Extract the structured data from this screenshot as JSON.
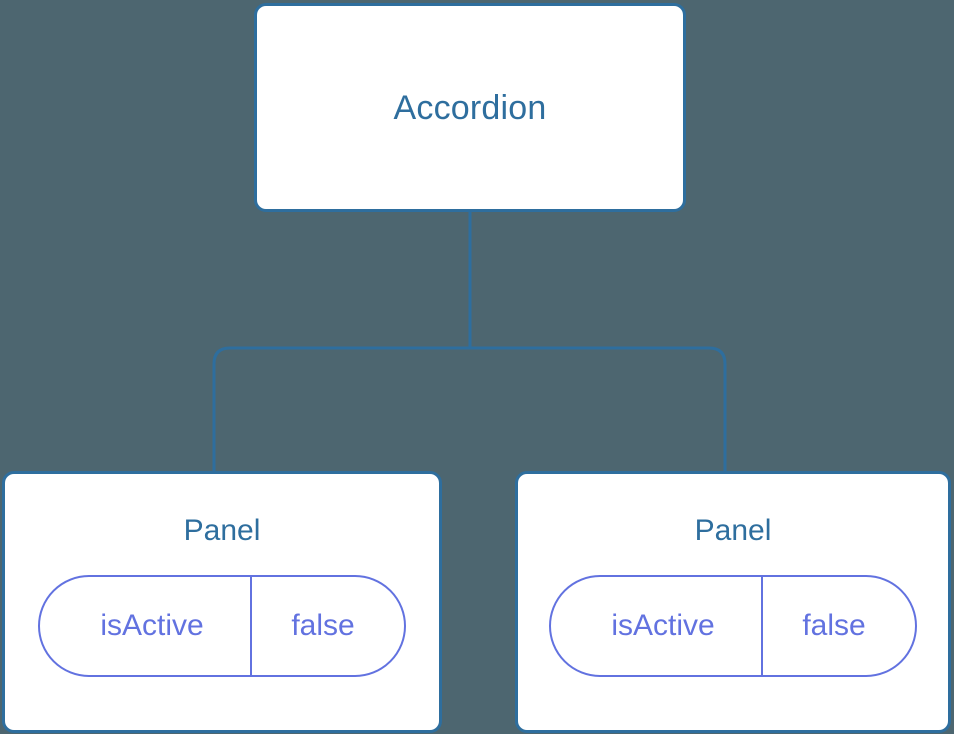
{
  "diagram": {
    "type": "component-tree",
    "background_color": "#4d6670",
    "node_border_color": "#2e6e9e",
    "node_text_color": "#2e6e9e",
    "prop_color": "#6272e0",
    "edge_color": "#2e6e9e",
    "root": {
      "label": "Accordion"
    },
    "children": [
      {
        "label": "Panel",
        "props": [
          {
            "key": "isActive",
            "value": "false"
          }
        ]
      },
      {
        "label": "Panel",
        "props": [
          {
            "key": "isActive",
            "value": "false"
          }
        ]
      }
    ]
  }
}
